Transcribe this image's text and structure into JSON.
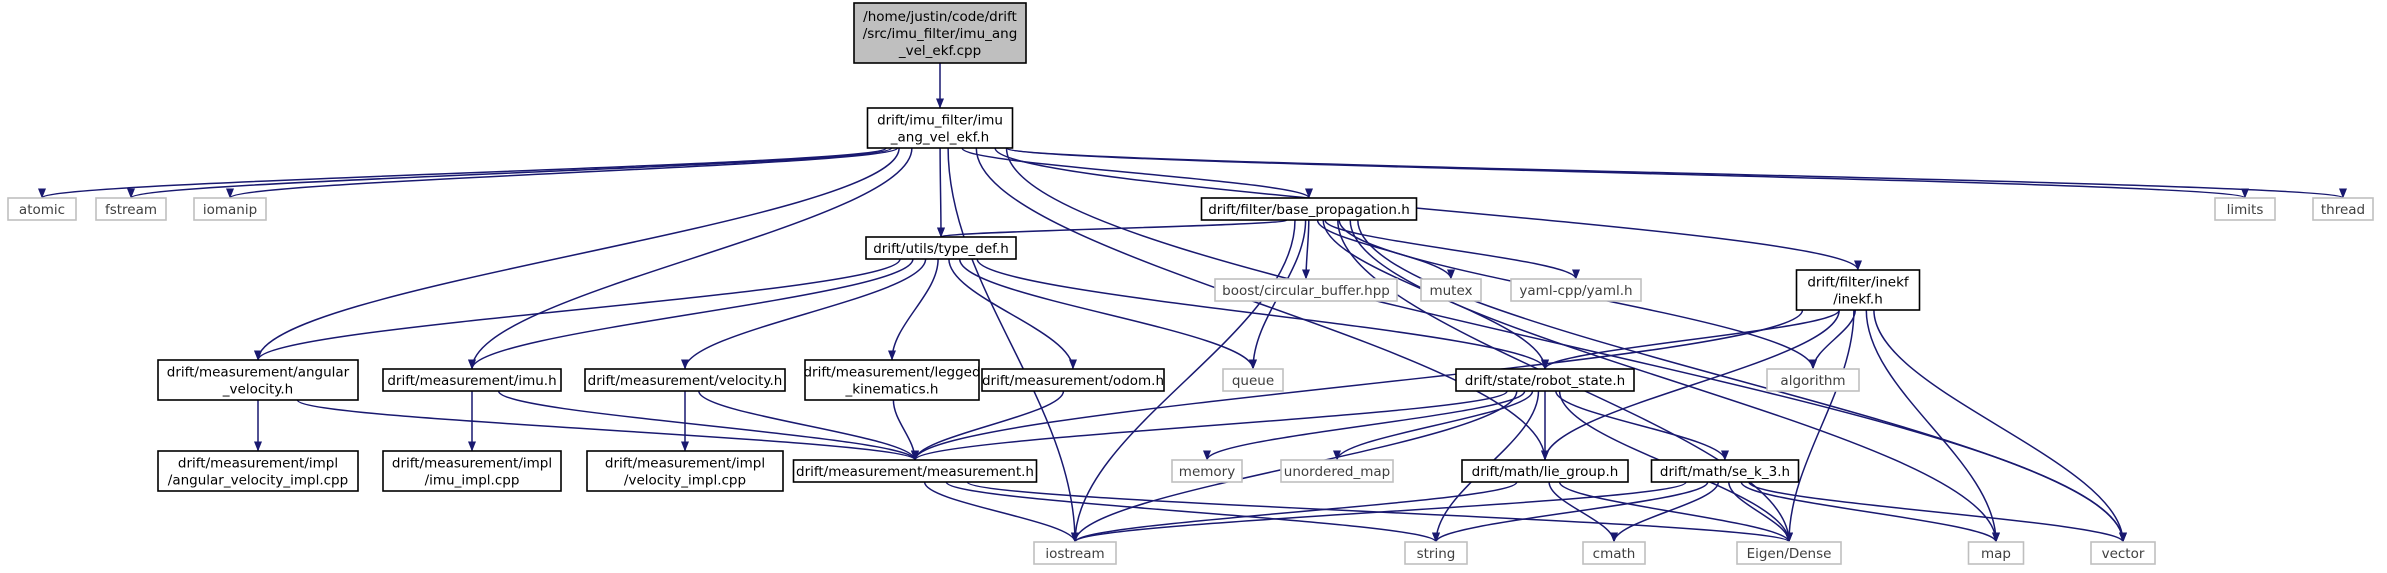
{
  "colors": {
    "edge": "#191970",
    "node_border": "#000000",
    "system_border": "#bfbfbf",
    "root_fill": "#bfbfbf",
    "node_fill": "#ffffff",
    "system_text": "#3f3f3f",
    "text": "#000000"
  },
  "nodes": [
    {
      "id": "root",
      "lines": [
        "/home/justin/code/drift",
        "/src/imu_filter/imu_ang",
        "_vel_ekf.cpp"
      ],
      "kind": "root"
    },
    {
      "id": "imu_ang_vel_ekf_h",
      "lines": [
        "drift/imu_filter/imu",
        "_ang_vel_ekf.h"
      ],
      "kind": "local"
    },
    {
      "id": "atomic",
      "lines": [
        "atomic"
      ],
      "kind": "system"
    },
    {
      "id": "fstream",
      "lines": [
        "fstream"
      ],
      "kind": "system"
    },
    {
      "id": "iomanip",
      "lines": [
        "iomanip"
      ],
      "kind": "system"
    },
    {
      "id": "base_propagation_h",
      "lines": [
        "drift/filter/base_propagation.h"
      ],
      "kind": "local"
    },
    {
      "id": "limits",
      "lines": [
        "limits"
      ],
      "kind": "system"
    },
    {
      "id": "thread",
      "lines": [
        "thread"
      ],
      "kind": "system"
    },
    {
      "id": "type_def_h",
      "lines": [
        "drift/utils/type_def.h"
      ],
      "kind": "local"
    },
    {
      "id": "circular_buffer",
      "lines": [
        "boost/circular_buffer.hpp"
      ],
      "kind": "system"
    },
    {
      "id": "mutex",
      "lines": [
        "mutex"
      ],
      "kind": "system"
    },
    {
      "id": "yaml",
      "lines": [
        "yaml-cpp/yaml.h"
      ],
      "kind": "system"
    },
    {
      "id": "inekf_h",
      "lines": [
        "drift/filter/inekf",
        "/inekf.h"
      ],
      "kind": "local"
    },
    {
      "id": "angular_velocity_h",
      "lines": [
        "drift/measurement/angular",
        "_velocity.h"
      ],
      "kind": "local"
    },
    {
      "id": "imu_h",
      "lines": [
        "drift/measurement/imu.h"
      ],
      "kind": "local"
    },
    {
      "id": "velocity_h",
      "lines": [
        "drift/measurement/velocity.h"
      ],
      "kind": "local"
    },
    {
      "id": "legged_kinematics_h",
      "lines": [
        "drift/measurement/legged",
        "_kinematics.h"
      ],
      "kind": "local"
    },
    {
      "id": "odom_h",
      "lines": [
        "drift/measurement/odom.h"
      ],
      "kind": "local"
    },
    {
      "id": "queue",
      "lines": [
        "queue"
      ],
      "kind": "system"
    },
    {
      "id": "robot_state_h",
      "lines": [
        "drift/state/robot_state.h"
      ],
      "kind": "local"
    },
    {
      "id": "algorithm",
      "lines": [
        "algorithm"
      ],
      "kind": "system"
    },
    {
      "id": "angular_velocity_impl",
      "lines": [
        "drift/measurement/impl",
        "/angular_velocity_impl.cpp"
      ],
      "kind": "local"
    },
    {
      "id": "imu_impl",
      "lines": [
        "drift/measurement/impl",
        "/imu_impl.cpp"
      ],
      "kind": "local"
    },
    {
      "id": "velocity_impl",
      "lines": [
        "drift/measurement/impl",
        "/velocity_impl.cpp"
      ],
      "kind": "local"
    },
    {
      "id": "measurement_h",
      "lines": [
        "drift/measurement/measurement.h"
      ],
      "kind": "local"
    },
    {
      "id": "memory",
      "lines": [
        "memory"
      ],
      "kind": "system"
    },
    {
      "id": "unordered_map",
      "lines": [
        "unordered_map"
      ],
      "kind": "system"
    },
    {
      "id": "lie_group_h",
      "lines": [
        "drift/math/lie_group.h"
      ],
      "kind": "local"
    },
    {
      "id": "se_k_3_h",
      "lines": [
        "drift/math/se_k_3.h"
      ],
      "kind": "local"
    },
    {
      "id": "iostream",
      "lines": [
        "iostream"
      ],
      "kind": "system"
    },
    {
      "id": "string",
      "lines": [
        "string"
      ],
      "kind": "system"
    },
    {
      "id": "cmath",
      "lines": [
        "cmath"
      ],
      "kind": "system"
    },
    {
      "id": "eigen_dense",
      "lines": [
        "Eigen/Dense"
      ],
      "kind": "system"
    },
    {
      "id": "map",
      "lines": [
        "map"
      ],
      "kind": "system"
    },
    {
      "id": "vector",
      "lines": [
        "vector"
      ],
      "kind": "system"
    }
  ],
  "edges": [
    [
      "root",
      "imu_ang_vel_ekf_h"
    ],
    [
      "imu_ang_vel_ekf_h",
      "atomic"
    ],
    [
      "imu_ang_vel_ekf_h",
      "fstream"
    ],
    [
      "imu_ang_vel_ekf_h",
      "iomanip"
    ],
    [
      "imu_ang_vel_ekf_h",
      "iostream"
    ],
    [
      "imu_ang_vel_ekf_h",
      "angular_velocity_h"
    ],
    [
      "imu_ang_vel_ekf_h",
      "imu_h"
    ],
    [
      "imu_ang_vel_ekf_h",
      "type_def_h"
    ],
    [
      "imu_ang_vel_ekf_h",
      "base_propagation_h"
    ],
    [
      "imu_ang_vel_ekf_h",
      "lie_group_h"
    ],
    [
      "imu_ang_vel_ekf_h",
      "inekf_h"
    ],
    [
      "imu_ang_vel_ekf_h",
      "limits"
    ],
    [
      "imu_ang_vel_ekf_h",
      "thread"
    ],
    [
      "imu_ang_vel_ekf_h",
      "vector"
    ],
    [
      "base_propagation_h",
      "iostream"
    ],
    [
      "base_propagation_h",
      "type_def_h"
    ],
    [
      "base_propagation_h",
      "queue"
    ],
    [
      "base_propagation_h",
      "robot_state_h"
    ],
    [
      "base_propagation_h",
      "circular_buffer"
    ],
    [
      "base_propagation_h",
      "mutex"
    ],
    [
      "base_propagation_h",
      "yaml"
    ],
    [
      "base_propagation_h",
      "algorithm"
    ],
    [
      "base_propagation_h",
      "eigen_dense"
    ],
    [
      "base_propagation_h",
      "map"
    ],
    [
      "base_propagation_h",
      "vector"
    ],
    [
      "type_def_h",
      "angular_velocity_h"
    ],
    [
      "type_def_h",
      "imu_h"
    ],
    [
      "type_def_h",
      "velocity_h"
    ],
    [
      "type_def_h",
      "legged_kinematics_h"
    ],
    [
      "type_def_h",
      "odom_h"
    ],
    [
      "type_def_h",
      "queue"
    ],
    [
      "type_def_h",
      "robot_state_h"
    ],
    [
      "inekf_h",
      "measurement_h"
    ],
    [
      "inekf_h",
      "robot_state_h"
    ],
    [
      "inekf_h",
      "algorithm"
    ],
    [
      "inekf_h",
      "lie_group_h"
    ],
    [
      "inekf_h",
      "eigen_dense"
    ],
    [
      "inekf_h",
      "map"
    ],
    [
      "inekf_h",
      "vector"
    ],
    [
      "angular_velocity_h",
      "angular_velocity_impl"
    ],
    [
      "angular_velocity_h",
      "measurement_h"
    ],
    [
      "imu_h",
      "imu_impl"
    ],
    [
      "imu_h",
      "measurement_h"
    ],
    [
      "velocity_h",
      "velocity_impl"
    ],
    [
      "velocity_h",
      "measurement_h"
    ],
    [
      "legged_kinematics_h",
      "measurement_h"
    ],
    [
      "odom_h",
      "measurement_h"
    ],
    [
      "robot_state_h",
      "measurement_h"
    ],
    [
      "robot_state_h",
      "iostream"
    ],
    [
      "robot_state_h",
      "memory"
    ],
    [
      "robot_state_h",
      "unordered_map"
    ],
    [
      "robot_state_h",
      "string"
    ],
    [
      "robot_state_h",
      "lie_group_h"
    ],
    [
      "robot_state_h",
      "se_k_3_h"
    ],
    [
      "robot_state_h",
      "eigen_dense"
    ],
    [
      "measurement_h",
      "iostream"
    ],
    [
      "measurement_h",
      "string"
    ],
    [
      "measurement_h",
      "eigen_dense"
    ],
    [
      "lie_group_h",
      "iostream"
    ],
    [
      "lie_group_h",
      "cmath"
    ],
    [
      "lie_group_h",
      "eigen_dense"
    ],
    [
      "se_k_3_h",
      "iostream"
    ],
    [
      "se_k_3_h",
      "string"
    ],
    [
      "se_k_3_h",
      "cmath"
    ],
    [
      "se_k_3_h",
      "eigen_dense"
    ],
    [
      "se_k_3_h",
      "map"
    ],
    [
      "se_k_3_h",
      "vector"
    ]
  ]
}
